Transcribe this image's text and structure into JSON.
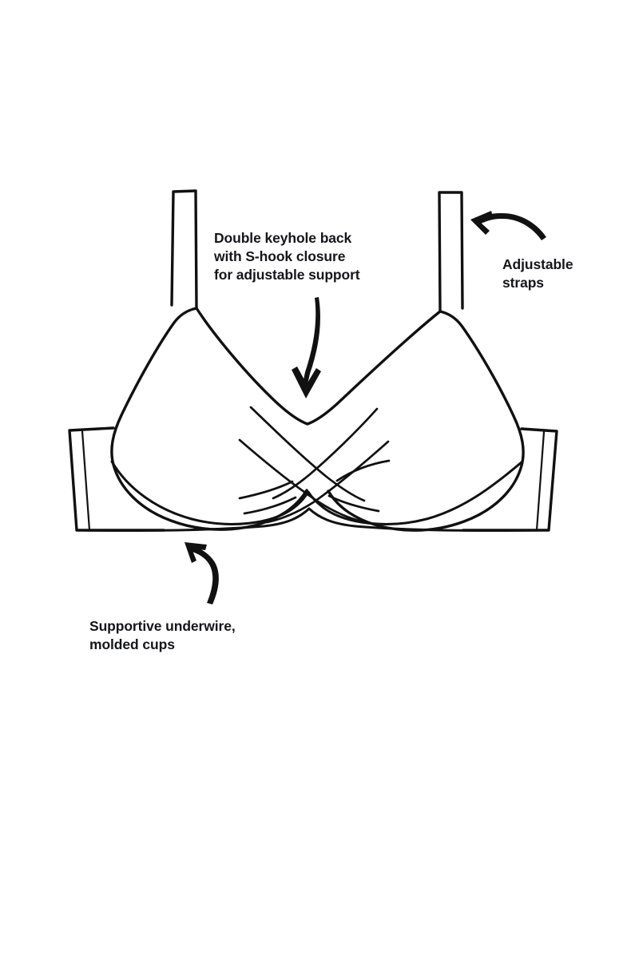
{
  "illustration": {
    "title": "Bra feature callout diagram",
    "subject": "molded-cup underwire bra, front view",
    "background_color": "#ffffff",
    "line_color": "#111111",
    "text_color": "#15161a"
  },
  "callouts": [
    {
      "id": "keyhole",
      "name": "double-keyhole-back-callout",
      "text": "Double keyhole back\nwith S-hook closure\nfor adjustable support",
      "lines": [
        "Double keyhole back",
        "with S-hook closure",
        "for adjustable support"
      ],
      "arrow": "curved-arrow-down",
      "points_to": "center-gore"
    },
    {
      "id": "straps",
      "name": "adjustable-straps-callout",
      "text": "Adjustable\nstraps",
      "lines": [
        "Adjustable",
        "straps"
      ],
      "arrow": "curved-arrow-up-left",
      "points_to": "right-shoulder-strap"
    },
    {
      "id": "underwire",
      "name": "supportive-underwire-callout",
      "text": "Supportive underwire,\nmolded cups",
      "lines": [
        "Supportive underwire,",
        "molded cups"
      ],
      "arrow": "curved-arrow-up-left",
      "points_to": "left-cup-underwire"
    }
  ],
  "garment_parts": [
    {
      "name": "left-shoulder-strap"
    },
    {
      "name": "right-shoulder-strap"
    },
    {
      "name": "left-molded-cup"
    },
    {
      "name": "right-molded-cup"
    },
    {
      "name": "center-gore"
    },
    {
      "name": "left-side-band"
    },
    {
      "name": "right-side-band"
    },
    {
      "name": "underwire-line"
    },
    {
      "name": "drape-gather-lines"
    }
  ]
}
